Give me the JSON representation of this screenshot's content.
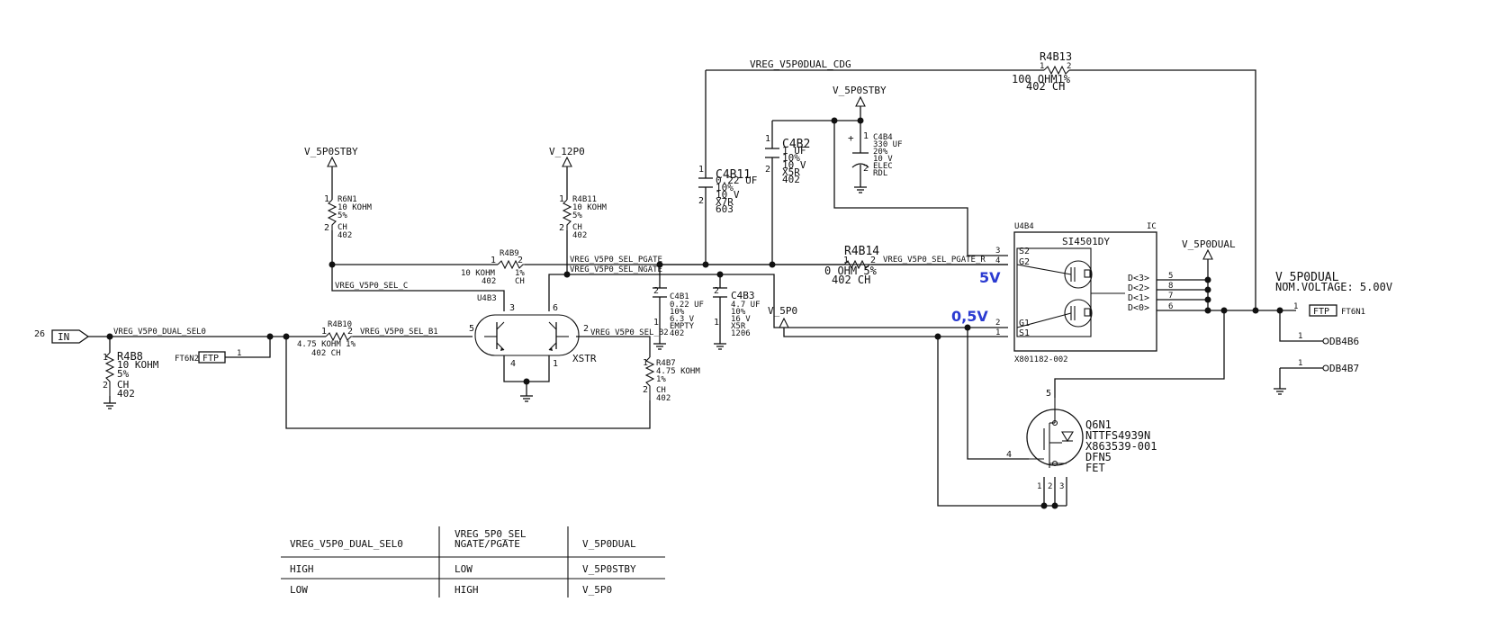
{
  "parts": {
    "r4b13": {
      "ref": "R4B13",
      "p1": "1",
      "p2": "2",
      "l1": "100 OHM1%",
      "l2": "402  CH"
    },
    "r6n1": {
      "ref": "R6N1",
      "l1": "10 KOHM",
      "l2": "5%",
      "l3": "CH",
      "l4": "402",
      "p1": "1",
      "p2": "2"
    },
    "r4b11": {
      "ref": "R4B11",
      "l1": "10 KOHM",
      "l2": "5%",
      "l3": "CH",
      "l4": "402",
      "p1": "1",
      "p2": "2"
    },
    "r4b9": {
      "ref": "R4B9",
      "l1": "10 KOHM",
      "l2": "1%",
      "l3": "402",
      "l4": "CH",
      "p1": "1",
      "p2": "2"
    },
    "r4b10": {
      "ref": "R4B10",
      "l1": "4.75 KOHM 1%",
      "l2": "402   CH",
      "p1": "1",
      "p2": "2"
    },
    "r4b8": {
      "ref": "R4B8",
      "l1": "10 KOHM",
      "l2": "5%",
      "l3": "CH",
      "l4": "402",
      "p1": "1",
      "p2": "2"
    },
    "r4b7": {
      "ref": "R4B7",
      "l1": "4.75 KOHM",
      "l2": "1%",
      "l3": "CH",
      "l4": "402",
      "p1": "1",
      "p2": "2"
    },
    "r4b14": {
      "ref": "R4B14",
      "l1": "0 OHM 5%",
      "l2": "402  CH",
      "p1": "1",
      "p2": "2"
    },
    "c4b11": {
      "ref": "C4B11",
      "l1": "0.22 UF",
      "l2": "10%",
      "l3": "10 V",
      "l4": "X7R",
      "l5": "603",
      "p1": "1",
      "p2": "2"
    },
    "c4b2": {
      "ref": "C4B2",
      "l1": "1 UF",
      "l2": "10%",
      "l3": "10 V",
      "l4": "X5R",
      "l5": "402",
      "p1": "1",
      "p2": "2"
    },
    "c4b4": {
      "ref": "C4B4",
      "l1": "330 UF",
      "l2": "20%",
      "l3": "10 V",
      "l4": "ELEC",
      "l5": "RDL",
      "p1": "1",
      "p2": "2",
      "plus": "+"
    },
    "c4b1": {
      "ref": "C4B1",
      "l1": "0.22 UF",
      "l2": "10%",
      "l3": "6.3 V",
      "l4": "EMPTY",
      "l5": "402",
      "p1": "2",
      "p2": "1"
    },
    "c4b3": {
      "ref": "C4B3",
      "l1": "4.7 UF",
      "l2": "10%",
      "l3": "16 V",
      "l4": "X5R",
      "l5": "1206",
      "p1": "2",
      "p2": "1"
    },
    "u4b3": {
      "ref": "U4B3",
      "name": "XSTR",
      "p5": "5",
      "p3": "3",
      "p6": "6",
      "p2": "2",
      "p4": "4",
      "p1": "1"
    },
    "u4b4": {
      "ref": "U4B4",
      "name": "SI4501DY",
      "ic": "IC",
      "part": "X801182-002",
      "s2": "S2",
      "g2": "G2",
      "g1": "G1",
      "s1": "S1",
      "d3": "D<3>",
      "d2": "D<2>",
      "d1": "D<1>",
      "d0": "D<0>",
      "pn3": "3",
      "pn4": "4",
      "pn2": "2",
      "pn1": "1",
      "pn5": "5",
      "pn8": "8",
      "pn7": "7",
      "pn6": "6"
    },
    "q6n1": {
      "ref": "Q6N1",
      "l1": "NTTFS4939N",
      "l2": "X863539-001",
      "l3": "DFN5",
      "l4": "FET",
      "p5": "5",
      "p4": "4",
      "p1": "1",
      "p2": "2",
      "p3": "3"
    },
    "ft6n2": {
      "ref": "FT6N2",
      "box": "FTP",
      "pin": "1"
    },
    "ft6n1": {
      "ref": "FT6N1",
      "box": "FTP",
      "pin": "1"
    }
  },
  "nets": {
    "cdg": "VREG_V5P0DUAL_CDG",
    "sel_c": "VREG_V5P0_SEL_C",
    "pgate": "VREG_V5P0_SEL_PGATE",
    "ngate": "VREG_V5P0_SEL_NGATE",
    "pgate_r": "VREG_V5P0_SEL_PGATE_R",
    "sel_b1": "VREG_V5P0_SEL_B1",
    "sel_b2": "VREG_V5P0_SEL_B2",
    "dual_sel": "VREG_V5P0_DUAL_SEL0"
  },
  "rails": {
    "stby_left": "V_5P0STBY",
    "v12": "V_12P0",
    "stby_top": "V_5P0STBY",
    "v5p0": "V_5P0",
    "dual": "V_5P0DUAL",
    "dual_out": "V_5P0DUAL",
    "nom": "NOM.VOLTAGE: 5.00V"
  },
  "ports": {
    "in_num": "26",
    "in_label": "IN",
    "db6": "DB4B6",
    "db7": "DB4B7",
    "db6_pin": "1",
    "db7_pin": "1"
  },
  "annotations": {
    "five_v": "5V",
    "half_v": "0,5V"
  },
  "table": {
    "headers": [
      "VREG_V5P0_DUAL_SEL0",
      "VREG_5P0_SEL",
      "NGATE/PGATE",
      "V_5P0DUAL"
    ],
    "rows": [
      [
        "HIGH",
        "LOW",
        "V_5P0STBY"
      ],
      [
        "LOW",
        "HIGH",
        "V_5P0"
      ]
    ]
  },
  "colors": {
    "annotation": "#2b3bd1",
    "ink": "#111111"
  }
}
